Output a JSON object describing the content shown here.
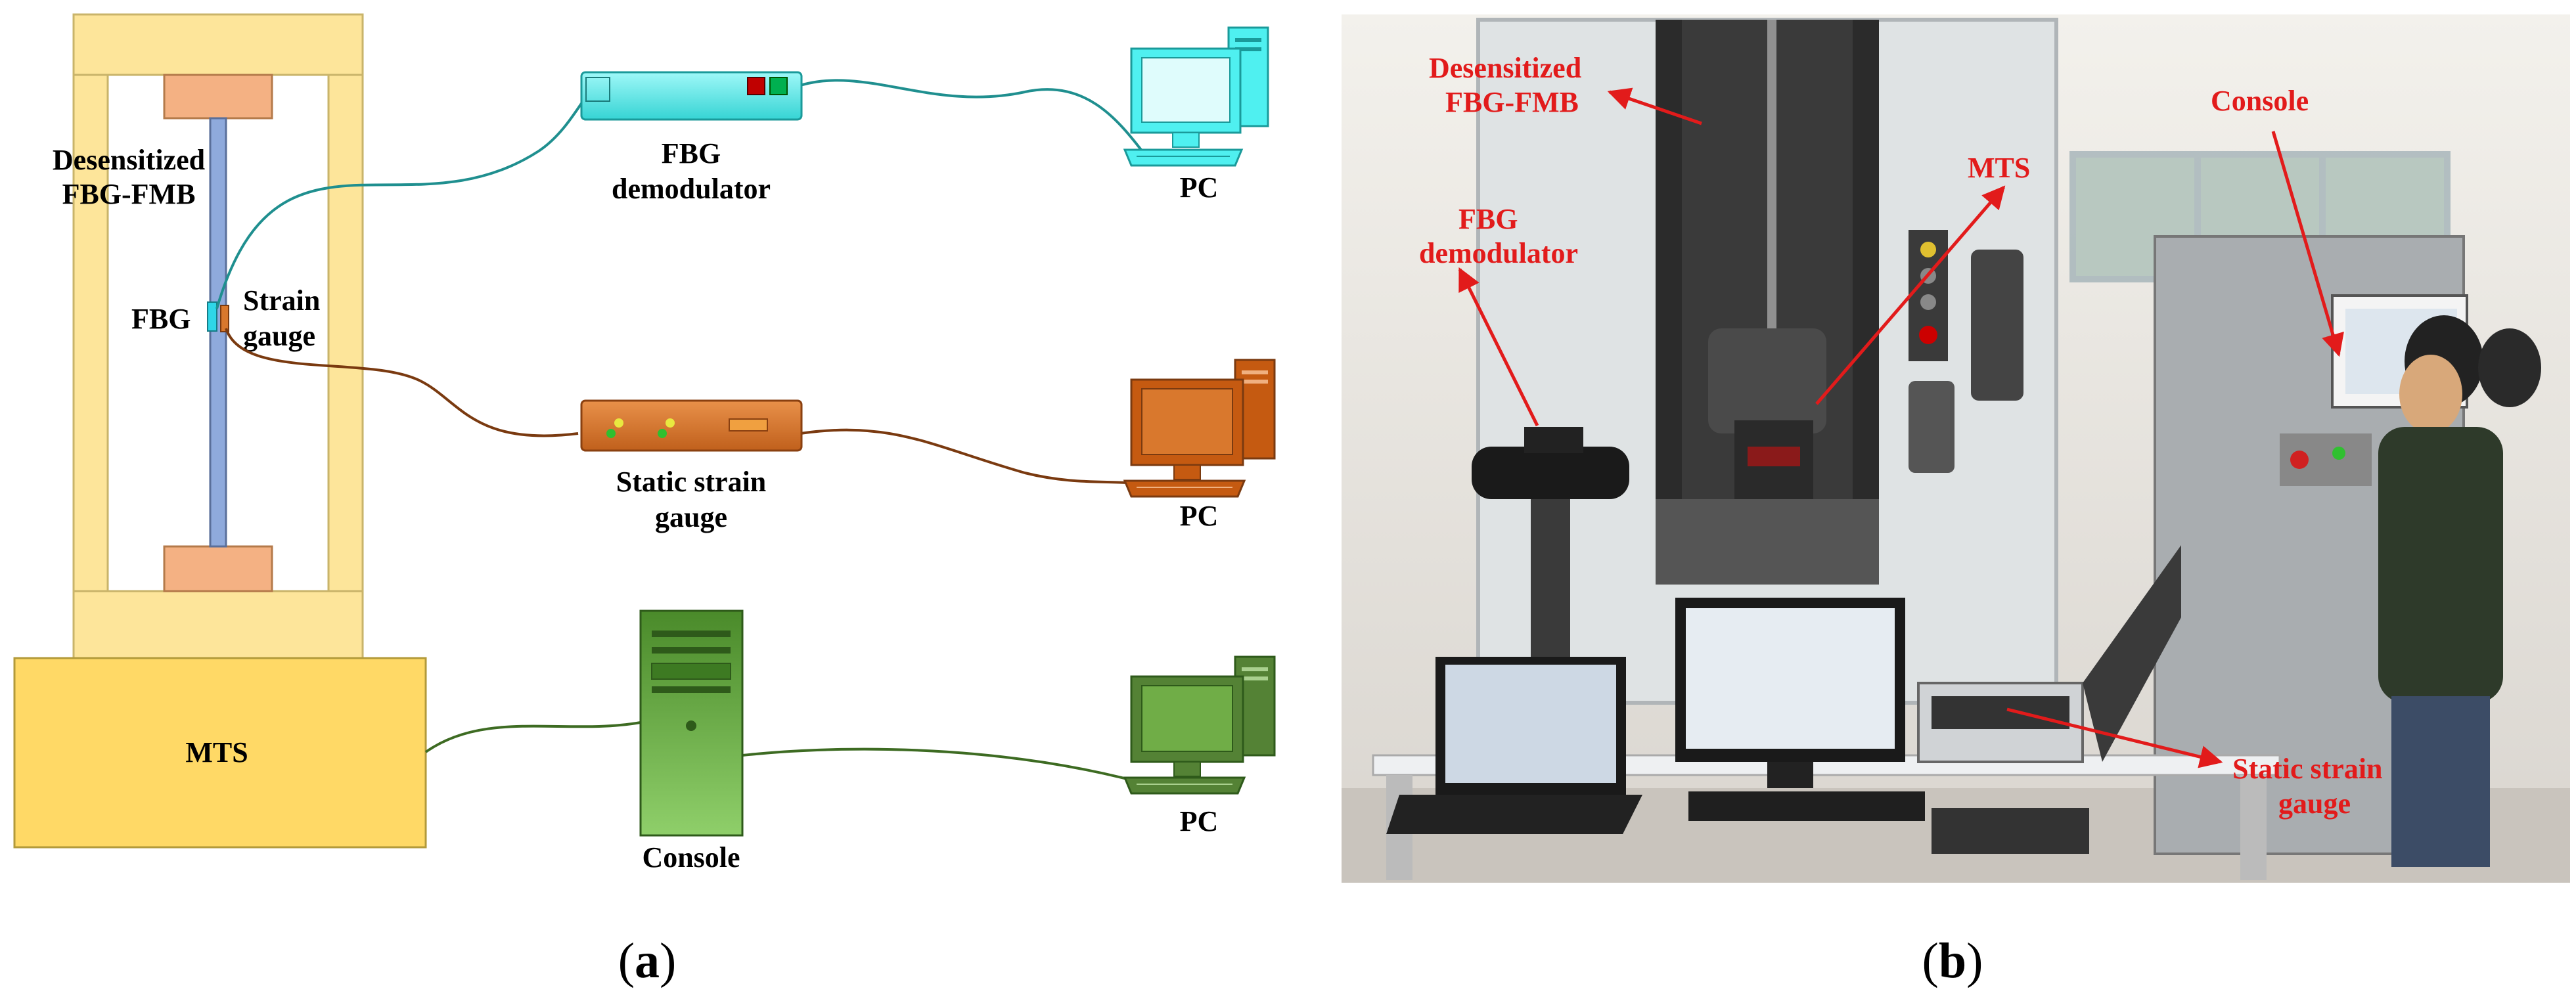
{
  "panel_a": {
    "caption": {
      "open": "(",
      "letter": "a",
      "close": ")"
    },
    "labels": {
      "desensitized_line1": "Desensitized",
      "desensitized_line2": "FBG-FMB",
      "fbg": "FBG",
      "strain_line1": "Strain",
      "strain_line2": "gauge",
      "mts": "MTS",
      "fbg_demod_line1": "FBG",
      "fbg_demod_line2": "demodulator",
      "static_line1": "Static strain",
      "static_line2": "gauge",
      "console": "Console",
      "pc1": "PC",
      "pc2": "PC",
      "pc3": "PC"
    },
    "colors": {
      "frame": "#fde59a",
      "grip": "#f4b183",
      "specimen": "#8faadc",
      "mts_base": "#ffd966",
      "fbg_line": "#1f8f8f",
      "strain_line": "#7a3a10",
      "console_line": "#3d6b22",
      "cyan_device": "#4ff0f0",
      "orange_device": "#d9782d",
      "green_device": "#5a9e3a"
    }
  },
  "panel_b": {
    "caption": {
      "open": "(",
      "letter": "b",
      "close": ")"
    },
    "annotations": {
      "desensitized_line1": "Desensitized",
      "desensitized_line2": "FBG-FMB",
      "mts": "MTS",
      "console": "Console",
      "fbg_demod_line1": "FBG",
      "fbg_demod_line2": "demodulator",
      "static_line1": "Static strain",
      "static_line2": "gauge"
    },
    "annotation_color": "#e21b1b"
  }
}
